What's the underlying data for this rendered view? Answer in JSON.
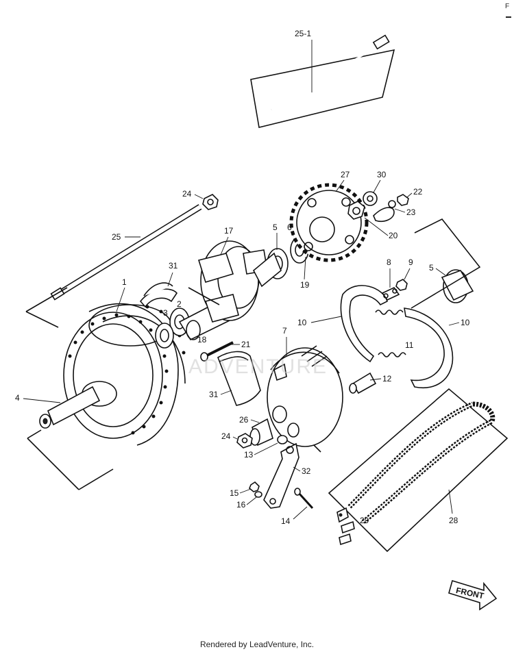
{
  "diagram": {
    "part_labels": {
      "p1": "1",
      "p2": "2",
      "p3": "3",
      "p4": "4",
      "p5a": "5",
      "p5b": "5",
      "p6": "6",
      "p7": "7",
      "p8": "8",
      "p9": "9",
      "p10a": "10",
      "p10b": "10",
      "p11": "11",
      "p12": "12",
      "p13": "13",
      "p14": "14",
      "p15": "15",
      "p16": "16",
      "p17": "17",
      "p18": "18",
      "p19": "19",
      "p20": "20",
      "p21": "21",
      "p22": "22",
      "p23": "23",
      "p24a": "24",
      "p24b": "24",
      "p25": "25",
      "p25_1": "25-1",
      "p26": "26",
      "p27": "27",
      "p28": "28",
      "p29": "29",
      "p30": "30",
      "p31a": "31",
      "p31b": "31",
      "p32": "32"
    },
    "front_label": "FRONT",
    "watermark": "ADVENTURE"
  },
  "footer": {
    "credit": "Rendered by LeadVenture, Inc."
  },
  "corner_mark": "F"
}
